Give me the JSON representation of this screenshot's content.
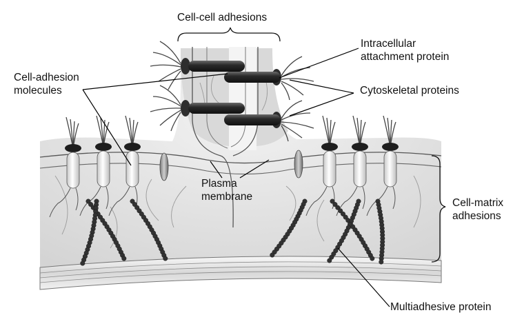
{
  "labels": {
    "cell_cell_adhesions": "Cell-cell adhesions",
    "intracellular_attachment_protein": [
      "Intracellular",
      "attachment protein"
    ],
    "cell_adhesion_molecules": [
      "Cell-adhesion",
      "molecules"
    ],
    "cytoskeletal_proteins": "Cytoskeletal proteins",
    "plasma_membrane": [
      "Plasma",
      "membrane"
    ],
    "cell_matrix_adhesions": [
      "Cell-matrix",
      "adhesions"
    ],
    "multiadhesive_protein": "Multiadhesive protein"
  },
  "colors": {
    "background": "#ffffff",
    "cell_fill": "#e6e6e6",
    "cell_shadow": "#cfcfcf",
    "membrane_line": "#555555",
    "adhesion_bar": "#2b2b2b",
    "integrin_body": "#f0f0f0",
    "bead": "#3a3a3a",
    "leader_line": "#000000"
  },
  "icons": [
    "adhesion-rod-icon",
    "integrin-molecule-icon",
    "bead-chain-icon"
  ]
}
